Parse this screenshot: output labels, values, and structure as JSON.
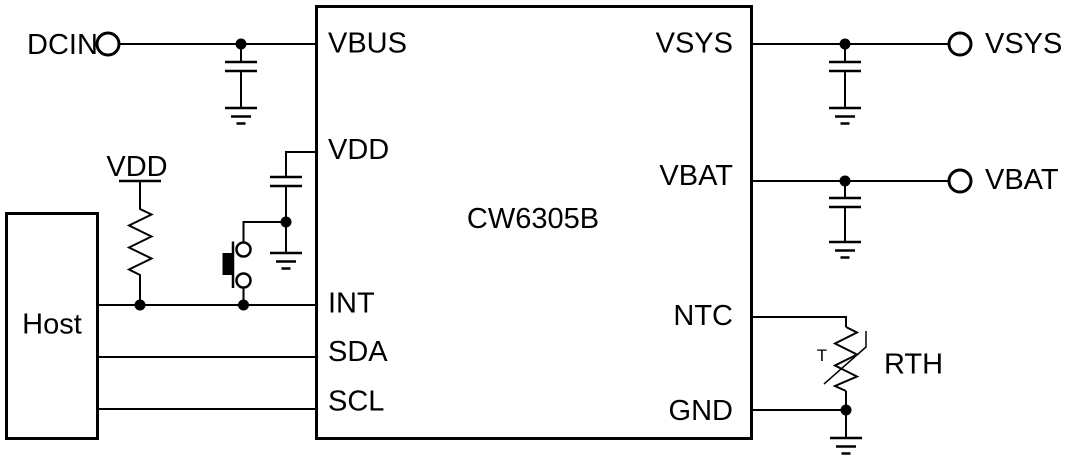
{
  "colors": {
    "line": "#000000",
    "background": "#ffffff"
  },
  "ic": {
    "part_number": "CW6305B",
    "left_pins": {
      "vbus": "VBUS",
      "vdd": "VDD",
      "int": "INT",
      "sda": "SDA",
      "scl": "SCL"
    },
    "right_pins": {
      "vsys": "VSYS",
      "vbat": "VBAT",
      "ntc": "NTC",
      "gnd": "GND"
    }
  },
  "host": {
    "label": "Host"
  },
  "terminals": {
    "dcin": "DCIN",
    "vsys_out": "VSYS",
    "vbat_out": "VBAT"
  },
  "nets": {
    "vdd_rail": "VDD"
  },
  "components": {
    "thermistor_designator": "RTH",
    "thermistor_mark": "T"
  }
}
